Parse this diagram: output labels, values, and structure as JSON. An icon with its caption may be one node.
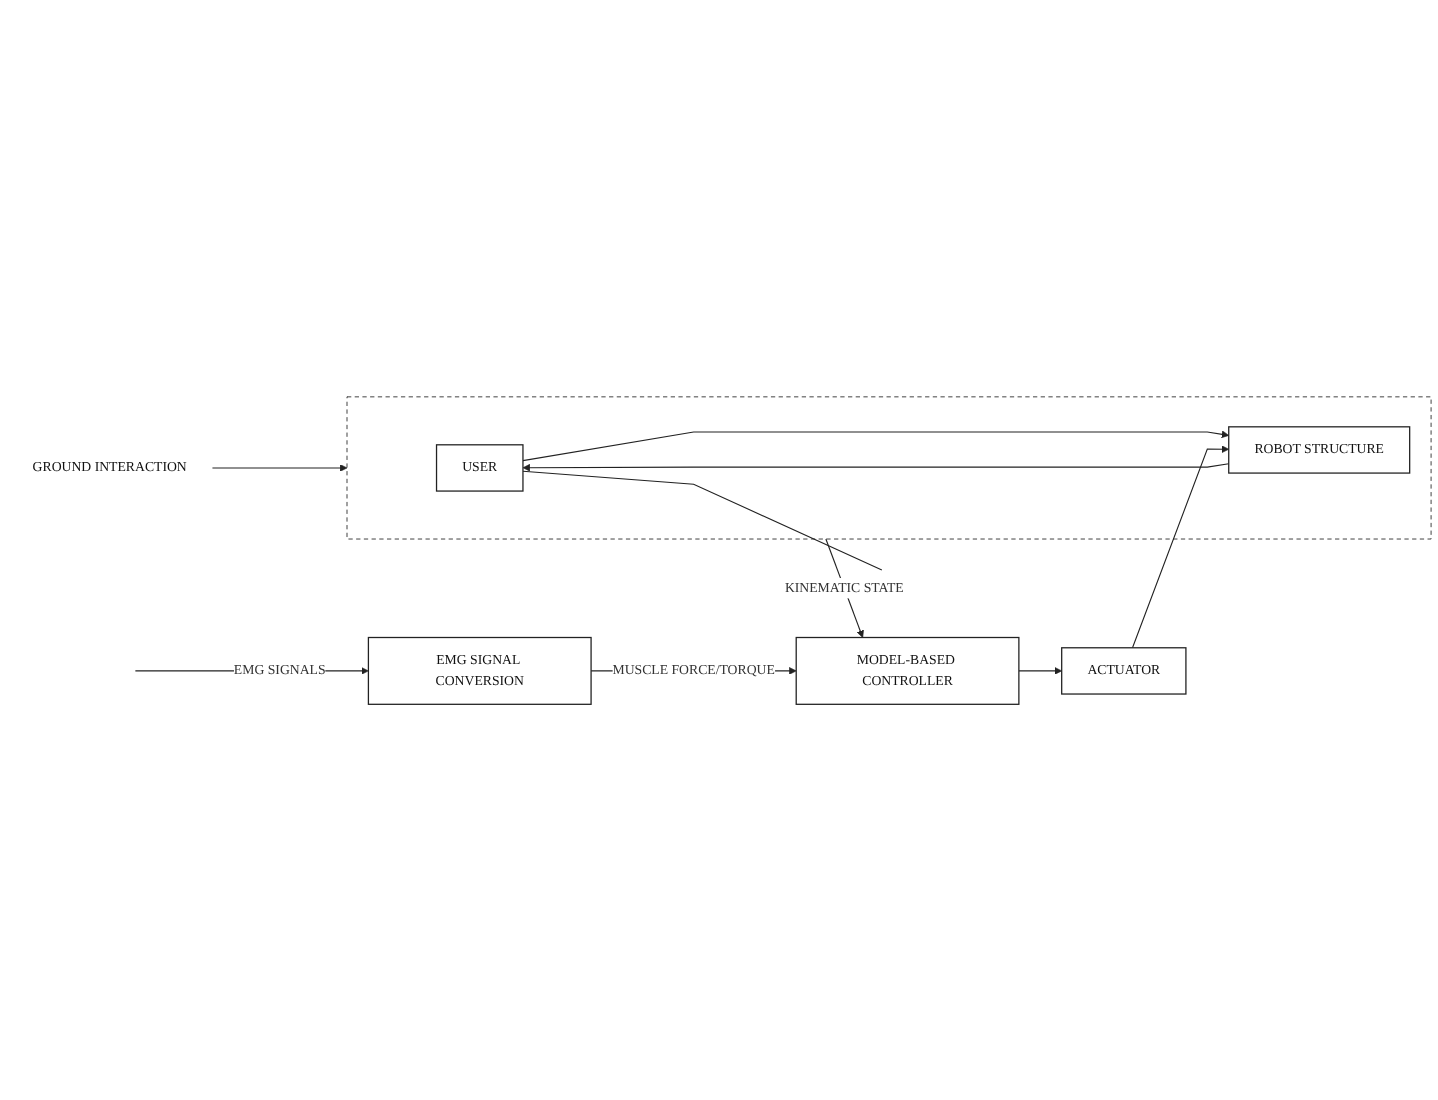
{
  "diagram": {
    "nodes": [
      {
        "text": [
          "GROUND INTERACTION"
        ]
      },
      {
        "text": [],
        "shape": "box"
      },
      {
        "text": [
          "USER"
        ],
        "in": 1
      },
      {
        "text": [
          "ROBOT STRUCTURE"
        ],
        "in": 1
      },
      {
        "text": [
          "MODEL-BASED CONTROLLER"
        ]
      },
      {
        "text": [
          "ACTUATOR"
        ]
      },
      {
        "text": [
          "EMG SIGNAL CONVERSION"
        ]
      }
    ],
    "edges": [
      {
        "from": 0,
        "to": 1,
        "arrow": "to"
      },
      {
        "from": 3,
        "to": 2,
        "arrow": "to"
      },
      {
        "from": 2,
        "to": 3,
        "arrow": "to"
      },
      {
        "from": 4,
        "to": 5,
        "arrow": "to"
      },
      {
        "from": 5,
        "to": 3,
        "arrow": "to"
      },
      {
        "from": 1,
        "to": 4,
        "label": "KINEMATIC STATE",
        "arrow": "to"
      },
      {
        "from": 2,
        "to": null,
        "arrow": "none"
      },
      {
        "from": null,
        "to": 6,
        "label": "EMG SIGNALS",
        "arrow": "to"
      },
      {
        "from": 6,
        "to": 4,
        "label": "MUSCLE FORCE/TORQUE",
        "arrow": "to"
      }
    ]
  }
}
